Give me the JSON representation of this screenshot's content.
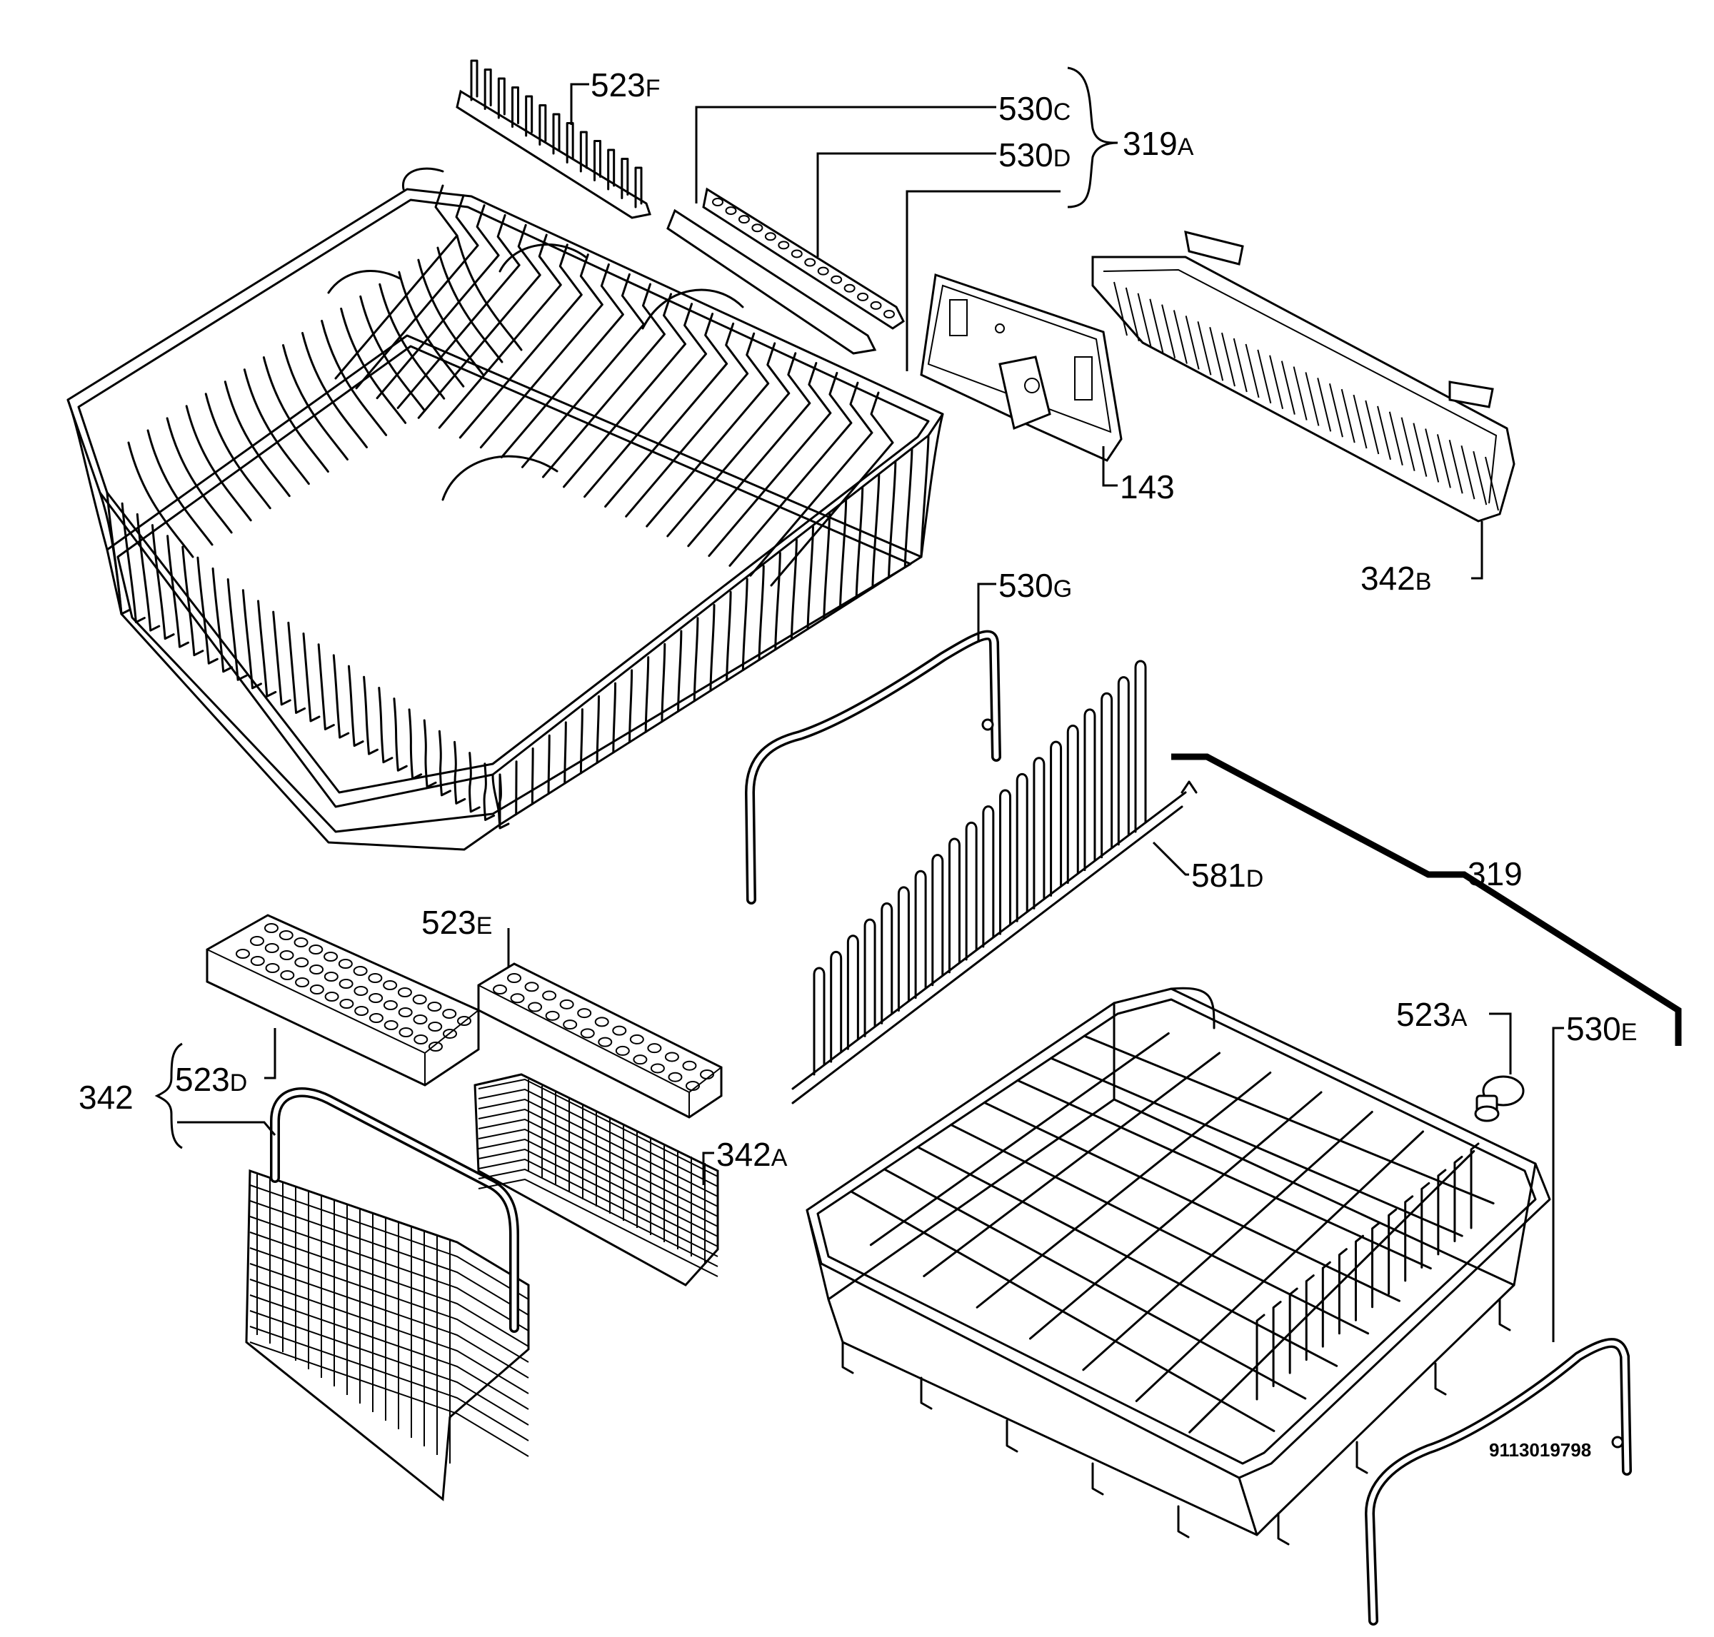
{
  "labels": {
    "l523F": {
      "num": "523",
      "suf": "F"
    },
    "l530C": {
      "num": "530",
      "suf": "C"
    },
    "l530D": {
      "num": "530",
      "suf": "D"
    },
    "l319A": {
      "num": "319",
      "suf": "A"
    },
    "l143": {
      "num": "143",
      "suf": ""
    },
    "l342B": {
      "num": "342",
      "suf": "B"
    },
    "l530G": {
      "num": "530",
      "suf": "G"
    },
    "l581D": {
      "num": "581",
      "suf": "D"
    },
    "l319": {
      "num": "319",
      "suf": ""
    },
    "l523E": {
      "num": "523",
      "suf": "E"
    },
    "l523A": {
      "num": "523",
      "suf": "A"
    },
    "l530E": {
      "num": "530",
      "suf": "E"
    },
    "l523D": {
      "num": "523",
      "suf": "D"
    },
    "l342": {
      "num": "342",
      "suf": ""
    },
    "l342A": {
      "num": "342",
      "suf": "A"
    }
  },
  "drawing_code": "9113019798",
  "parts": [
    {
      "id": "upper-basket",
      "icon": "wire-rack-icon"
    },
    {
      "id": "lower-basket",
      "icon": "wire-rack-icon"
    },
    {
      "id": "cutlery-basket",
      "icon": "cutlery-basket-icon"
    },
    {
      "id": "cutlery-basket-small",
      "icon": "cutlery-basket-icon"
    },
    {
      "id": "side-basket",
      "icon": "basket-icon"
    },
    {
      "id": "adjuster-bracket",
      "icon": "bracket-icon"
    },
    {
      "id": "rail-upper",
      "icon": "rail-icon"
    },
    {
      "id": "rail-lower",
      "icon": "rail-icon"
    },
    {
      "id": "plate-rack-insert",
      "icon": "tine-rack-icon"
    },
    {
      "id": "wheel",
      "icon": "wheel-icon"
    }
  ]
}
